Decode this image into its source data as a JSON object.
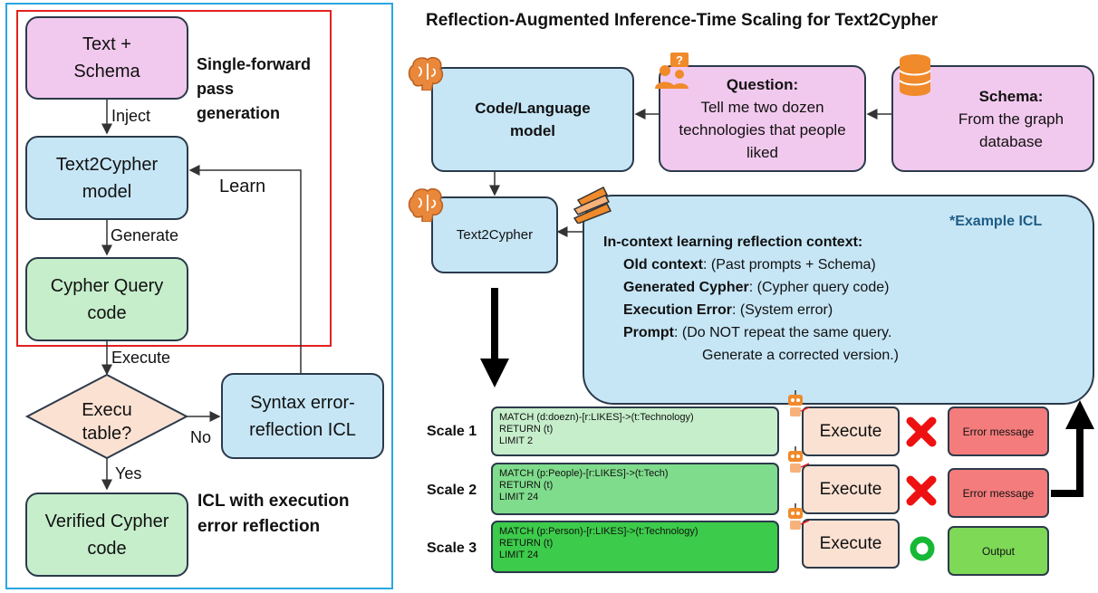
{
  "left": {
    "text_schema": "Text + Schema",
    "single_forward": "Single-forward pass generation",
    "inject": "Inject",
    "t2c_model": "Text2Cypher model",
    "learn": "Learn",
    "generate": "Generate",
    "cypher_query": "Cypher Query code",
    "execute": "Execute",
    "executable": "Execu table?",
    "no": "No",
    "yes": "Yes",
    "syntax": "Syntax error-reflection ICL",
    "verified": "Verified Cypher code",
    "icl_exec": "ICL with execution error reflection"
  },
  "right": {
    "title": "Reflection-Augmented Inference-Time Scaling for Text2Cypher",
    "code_model": "Code/Language model",
    "question_label": "Question",
    "question_text": "Tell me two dozen technologies that people liked",
    "schema_label": "Schema",
    "schema_text": "From the graph database",
    "t2c": "Text2Cypher",
    "example_icl": "*Example ICL",
    "icl_title": "In-context learning reflection context:",
    "old_context_label": "Old context",
    "old_context_text": "(Past prompts + Schema)",
    "gen_cypher_label": "Generated Cypher",
    "gen_cypher_text": "(Cypher query code)",
    "exec_error_label": "Execution Error",
    "exec_error_text": "(System error)",
    "prompt_label": "Prompt",
    "prompt_text1": "(Do NOT repeat the same query.",
    "prompt_text2": "Generate a corrected version.)",
    "scales": [
      {
        "label": "Scale 1",
        "l1": "MATCH (d:doezn)-[r:LIKES]->(t:Technology)",
        "l2": "RETURN (t)",
        "l3": "LIMIT 2",
        "exec": "Execute",
        "result": "Error message",
        "color": "#c6eecb"
      },
      {
        "label": "Scale 2",
        "l1": "MATCH (p:People)-[r:LIKES]->(t:Tech)",
        "l2": "RETURN (t)",
        "l3": "LIMIT 24",
        "exec": "Execute",
        "result": "Error message",
        "color": "#7fdc8c"
      },
      {
        "label": "Scale 3",
        "l1": "MATCH (p:Person)-[r:LIKES]->(t:Technology)",
        "l2": "RETURN (t)",
        "l3": "LIMIT 24",
        "exec": "Execute",
        "result": "Output",
        "color": "#3ccb4a"
      }
    ],
    "colors": {
      "error": "#f47c7c",
      "output": "#7ed957",
      "cross": "#ee1111",
      "circle": "#16b835"
    }
  }
}
